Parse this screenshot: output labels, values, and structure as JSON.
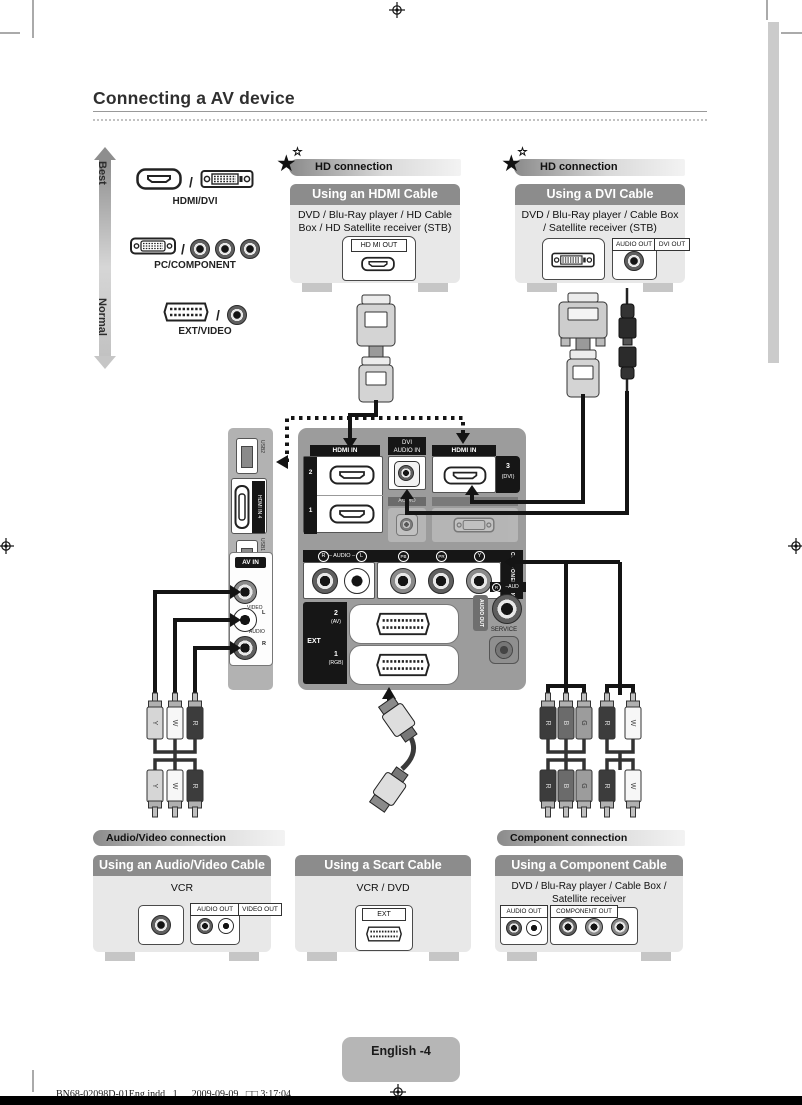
{
  "header": {
    "title": "Connecting a AV device"
  },
  "scale": {
    "best": "Best",
    "normal": "Normal"
  },
  "legend": {
    "slash": "/",
    "hdmi_dvi": "HDMI/DVI",
    "pc_component": "PC/COMPONENT",
    "ext_video": "EXT/VIDEO"
  },
  "badges": {
    "hd": "HD connection",
    "av": "Audio/Video connection",
    "component": "Component connection"
  },
  "hdmi_box": {
    "header": "Using an HDMI Cable",
    "devices": "DVD / Blu-Ray player / HD Cable Box / HD Satellite receiver (STB)",
    "port": "HD MI OUT"
  },
  "dvi_box": {
    "header": "Using a DVI Cable",
    "devices": "DVD / Blu-Ray player / Cable Box / Satellite receiver (STB)",
    "audio_out": "AUDIO OUT",
    "dvi_out": "DVI OUT"
  },
  "tv": {
    "hdmi_in": "HDMI IN",
    "n2": "2",
    "n1": "1",
    "dvi_line1": "DVI",
    "dvi_line2": "AUDIO IN",
    "hdmi_in3": "HDMI IN",
    "n3": "3",
    "n3_sub": "(DVI)",
    "audio_dim": "AUDIO",
    "comp_r": "R",
    "comp_audio": "– AUDIO –",
    "comp_l": "L",
    "pb": "PB",
    "pr": "PR",
    "y": "Y",
    "component_in": "COMPONENT IN",
    "ext": "EXT",
    "ext2": "2",
    "ext2_sub": "(AV)",
    "ext1": "1",
    "ext1_sub": "(RGB)",
    "audio_out": "AUDIO OUT",
    "r_aud": "–AUD",
    "service": "SERVICE",
    "side": {
      "usb2": "USB2",
      "hdmi4": "HDMI IN 4",
      "usb1": "USB1 (HDD)",
      "av_in": "AV IN",
      "video": "VIDEO",
      "l": "L",
      "audio": "AUDIO",
      "r": "R"
    }
  },
  "av_box": {
    "header": "Using an Audio/Video Cable",
    "devices": "VCR",
    "audio_out": "AUDIO OUT",
    "video_out": "VIDEO OUT"
  },
  "scart_box": {
    "header": "Using a Scart Cable",
    "devices": "VCR / DVD",
    "port": "EXT"
  },
  "comp_box": {
    "header": "Using a Component Cable",
    "devices": "DVD / Blu-Ray player / Cable Box / Satellite receiver",
    "audio_out": "AUDIO OUT",
    "component_out": "COMPONENT OUT"
  },
  "plugs": {
    "y": "Y",
    "w": "W",
    "r": "R",
    "b": "B",
    "g": "G"
  },
  "footer": {
    "page_label": "English -4",
    "file": "BN68-02098D-01Eng.indd   1",
    "datetime": "2009-09-09   □□ 3:17:04"
  }
}
